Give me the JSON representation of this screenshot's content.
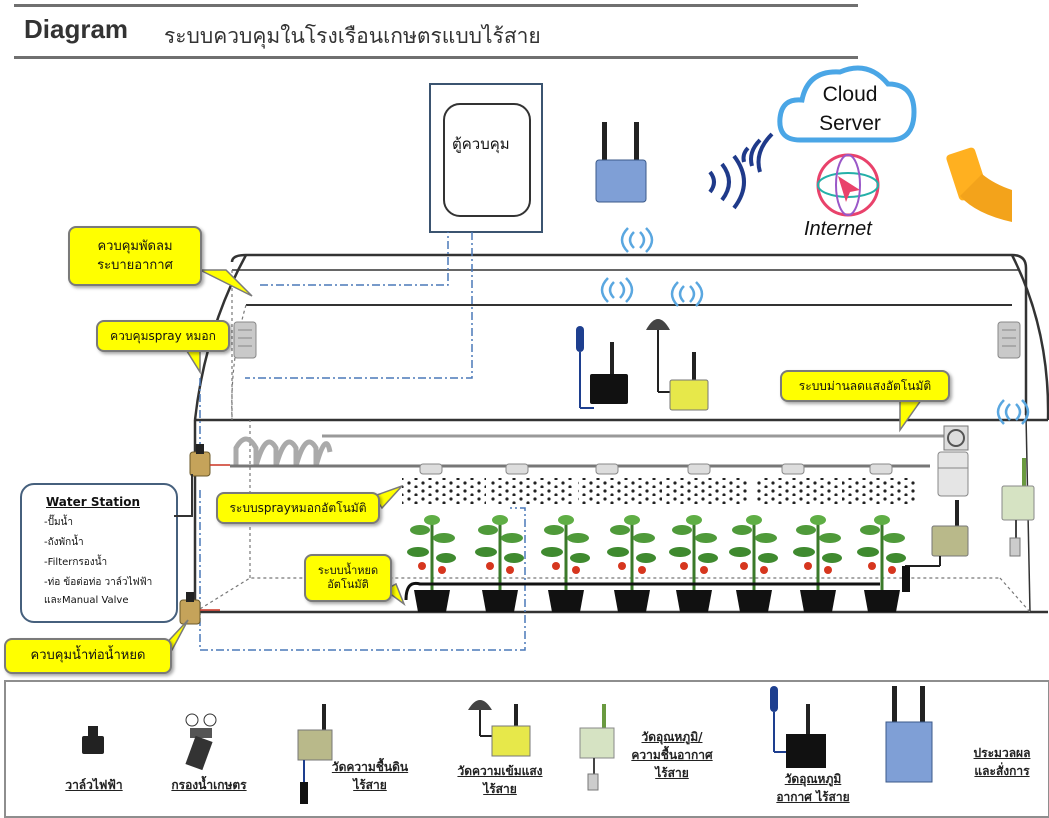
{
  "title": {
    "main": "Diagram",
    "sub": "ระบบควบคุมในโรงเรือนเกษตรแบบไร้สาย"
  },
  "control_box": {
    "label": "ตู้ควบคุม"
  },
  "cloud": {
    "line1": "Cloud",
    "line2": "Server"
  },
  "internet": {
    "label": "Internet"
  },
  "callouts": {
    "fan_line1": "ควบคุมพัดลม",
    "fan_line2": "ระบายอากาศ",
    "spray_ctrl": "ควบคุมspray หมอก",
    "shade": "ระบบม่านลดแสงอัตโนมัติ",
    "spray_auto": "ระบบsprayหมอกอัตโนมัติ",
    "drip_line1": "ระบบน้ำหยด",
    "drip_line2": "อัตโนมัติ",
    "drip_ctrl": "ควบคุมน้ำท่อน้ำหยด"
  },
  "water_station": {
    "title": "Water Station",
    "items": [
      "-ปั๊มน้ำ",
      "-ถังพักน้ำ",
      "-Filterกรองน้ำ",
      "-ท่อ ข้อต่อท่อ วาล์วไฟฟ้า",
      "และManual Valve"
    ]
  },
  "legend": {
    "valve": "วาล์วไฟฟ้า",
    "filter": "กรองน้ำเกษตร",
    "soil_line1": "วัดความชื้นดิน",
    "soil_line2": "ไร้สาย",
    "light_line1": "วัดความเข้มแสง",
    "light_line2": "ไร้สาย",
    "temphum_line1": "วัดอุณหภูมิ/",
    "temphum_line2": "ความชื้นอากาศ",
    "temphum_line3": "ไร้สาย",
    "airtemp_line1": "วัดอุณหภูมิ",
    "airtemp_line2": "อากาศ ไร้สาย",
    "process_line1": "ประมวลผล",
    "process_line2": "และสั่งการ"
  },
  "colors": {
    "callout": "#ffff00",
    "gateway": "#7f9fd6",
    "soil_sensor": "#b9b98a",
    "light_sensor": "#e7e84a",
    "temphum_sensor": "#d6e3c3",
    "airtemp_sensor": "#111111",
    "wifi": "#5aa7e0",
    "dashed_line": "#4a78b8"
  }
}
